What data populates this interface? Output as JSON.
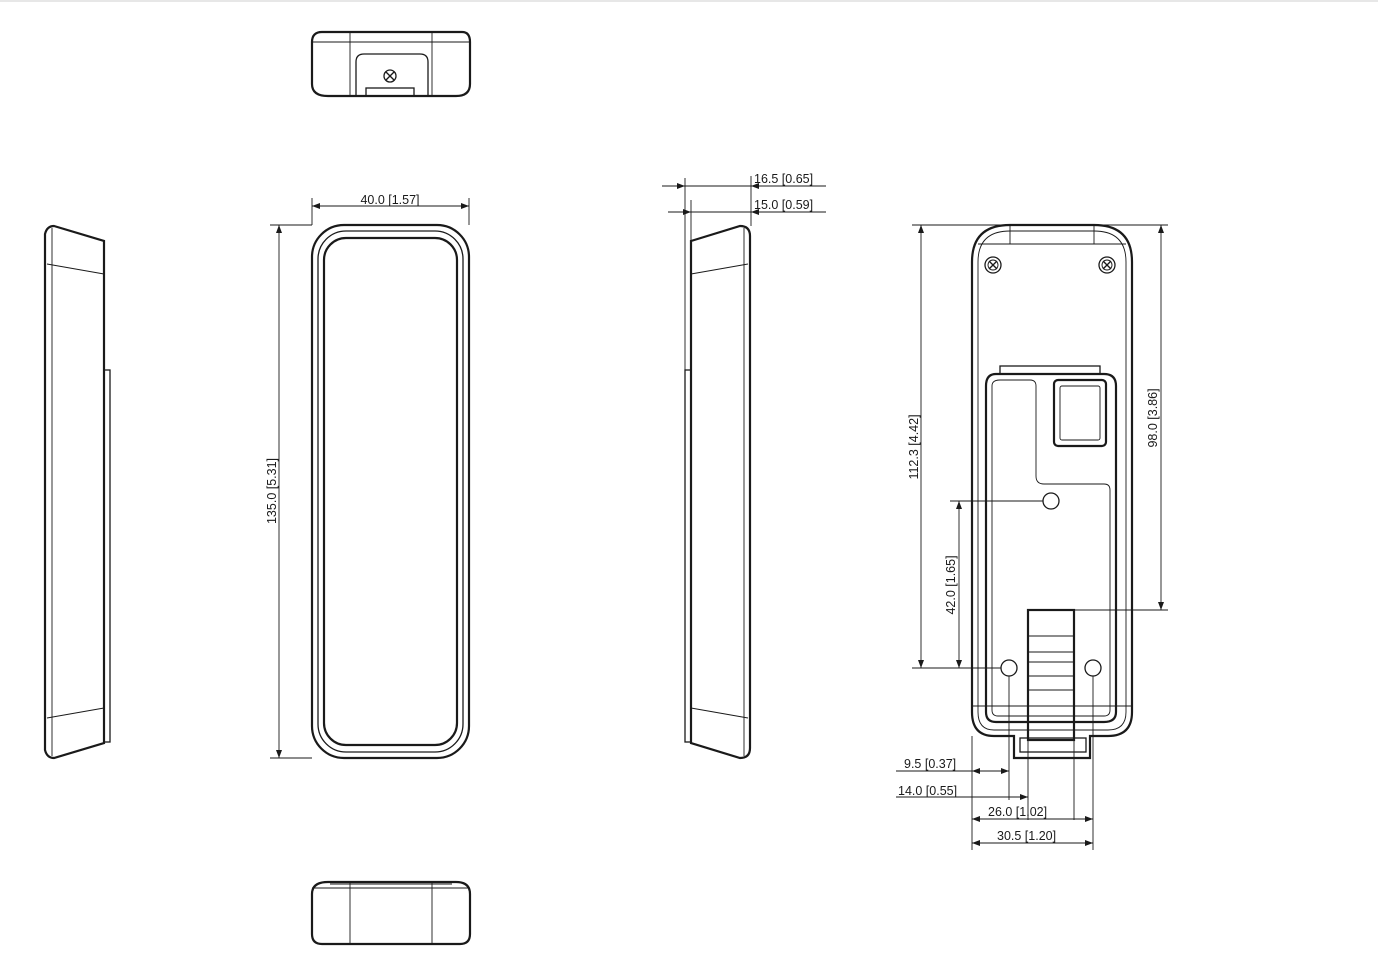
{
  "dimensions": {
    "width": "40.0  [1.57]",
    "height": "135.0  [5.31]",
    "side_depth_outer": "16.5  [0.65]",
    "side_depth_inner": "15.0  [0.59]",
    "back_total": "112.3  [4.42]",
    "back_upper": "98.0  [3.86]",
    "hole_spacing": "42.0  [1.65]",
    "offset_a": "9.5  [0.37]",
    "offset_b": "14.0  [0.55]",
    "hole_span": "26.0  [1.02]",
    "base_width": "30.5  [1.20]"
  }
}
